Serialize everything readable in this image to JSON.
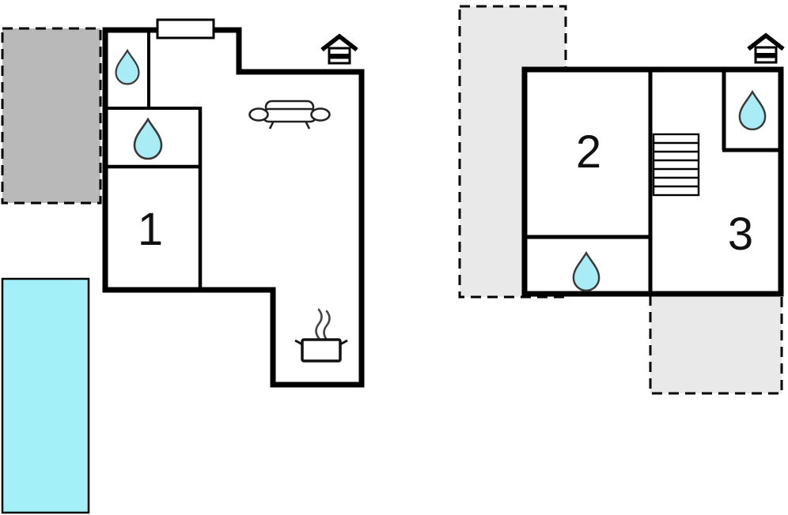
{
  "ground_floor": {
    "room_labels": [
      "1"
    ],
    "areas": [
      "terrace",
      "pool"
    ],
    "icons": [
      "water-drop-icon",
      "water-drop-icon",
      "window",
      "sofa-icon",
      "house-marker-icon",
      "cooker-icon"
    ]
  },
  "upper_floor": {
    "room_labels": [
      "2",
      "3"
    ],
    "areas": [
      "patio-top",
      "patio-bottom"
    ],
    "icons": [
      "water-drop-icon",
      "water-drop-icon",
      "stairs-icon",
      "house-marker-icon"
    ]
  },
  "colors": {
    "wall": "#000000",
    "room_fill": "#ffffff",
    "water_drop_fill": "#a9ecf6",
    "water_drop_stroke": "#3a3a3a",
    "pool_fill": "#a4f0f8",
    "terrace_fill": "#b9b9b9",
    "patio_fill": "#e9e9e9"
  }
}
